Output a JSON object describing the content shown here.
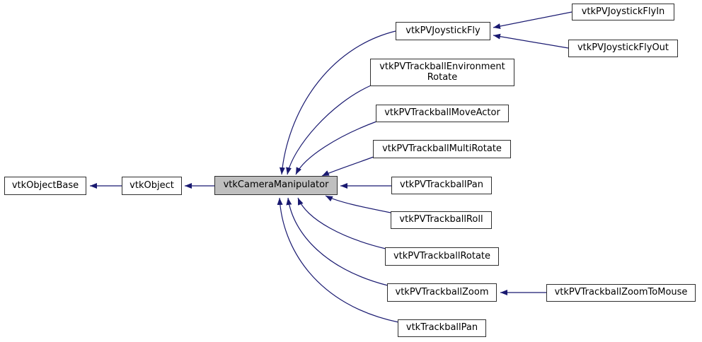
{
  "diagram": {
    "type": "inheritance-graph",
    "background_color": "#ffffff",
    "edge_color": "#191970",
    "node_border_color": "#2f2f2f",
    "node_fill_color": "#ffffff",
    "highlighted_node_fill_color": "#bfbfbf",
    "nodes": {
      "objectbase": {
        "label": "vtkObjectBase"
      },
      "object": {
        "label": "vtkObject"
      },
      "manipulator": {
        "label": "vtkCameraManipulator",
        "highlighted": true
      },
      "joystickfly": {
        "label": "vtkPVJoystickFly"
      },
      "flyin": {
        "label": "vtkPVJoystickFlyIn"
      },
      "flyout": {
        "label": "vtkPVJoystickFlyOut"
      },
      "envrotate": {
        "label": "vtkPVTrackballEnvironment Rotate",
        "line1": "vtkPVTrackballEnvironment",
        "line2": "Rotate"
      },
      "moveactor": {
        "label": "vtkPVTrackballMoveActor"
      },
      "multirotate": {
        "label": "vtkPVTrackballMultiRotate"
      },
      "pvpan": {
        "label": "vtkPVTrackballPan"
      },
      "roll": {
        "label": "vtkPVTrackballRoll"
      },
      "rotate": {
        "label": "vtkPVTrackballRotate"
      },
      "zoom": {
        "label": "vtkPVTrackballZoom"
      },
      "zoomtomouse": {
        "label": "vtkPVTrackballZoomToMouse"
      },
      "trackballpan": {
        "label": "vtkTrackballPan"
      }
    },
    "edges": [
      {
        "from": "vtkObject",
        "to": "vtkObjectBase"
      },
      {
        "from": "vtkCameraManipulator",
        "to": "vtkObject"
      },
      {
        "from": "vtkPVJoystickFly",
        "to": "vtkCameraManipulator"
      },
      {
        "from": "vtkPVJoystickFlyIn",
        "to": "vtkPVJoystickFly"
      },
      {
        "from": "vtkPVJoystickFlyOut",
        "to": "vtkPVJoystickFly"
      },
      {
        "from": "vtkPVTrackballEnvironmentRotate",
        "to": "vtkCameraManipulator"
      },
      {
        "from": "vtkPVTrackballMoveActor",
        "to": "vtkCameraManipulator"
      },
      {
        "from": "vtkPVTrackballMultiRotate",
        "to": "vtkCameraManipulator"
      },
      {
        "from": "vtkPVTrackballPan",
        "to": "vtkCameraManipulator"
      },
      {
        "from": "vtkPVTrackballRoll",
        "to": "vtkCameraManipulator"
      },
      {
        "from": "vtkPVTrackballRotate",
        "to": "vtkCameraManipulator"
      },
      {
        "from": "vtkPVTrackballZoom",
        "to": "vtkCameraManipulator"
      },
      {
        "from": "vtkPVTrackballZoomToMouse",
        "to": "vtkPVTrackballZoom"
      },
      {
        "from": "vtkTrackballPan",
        "to": "vtkCameraManipulator"
      }
    ]
  }
}
